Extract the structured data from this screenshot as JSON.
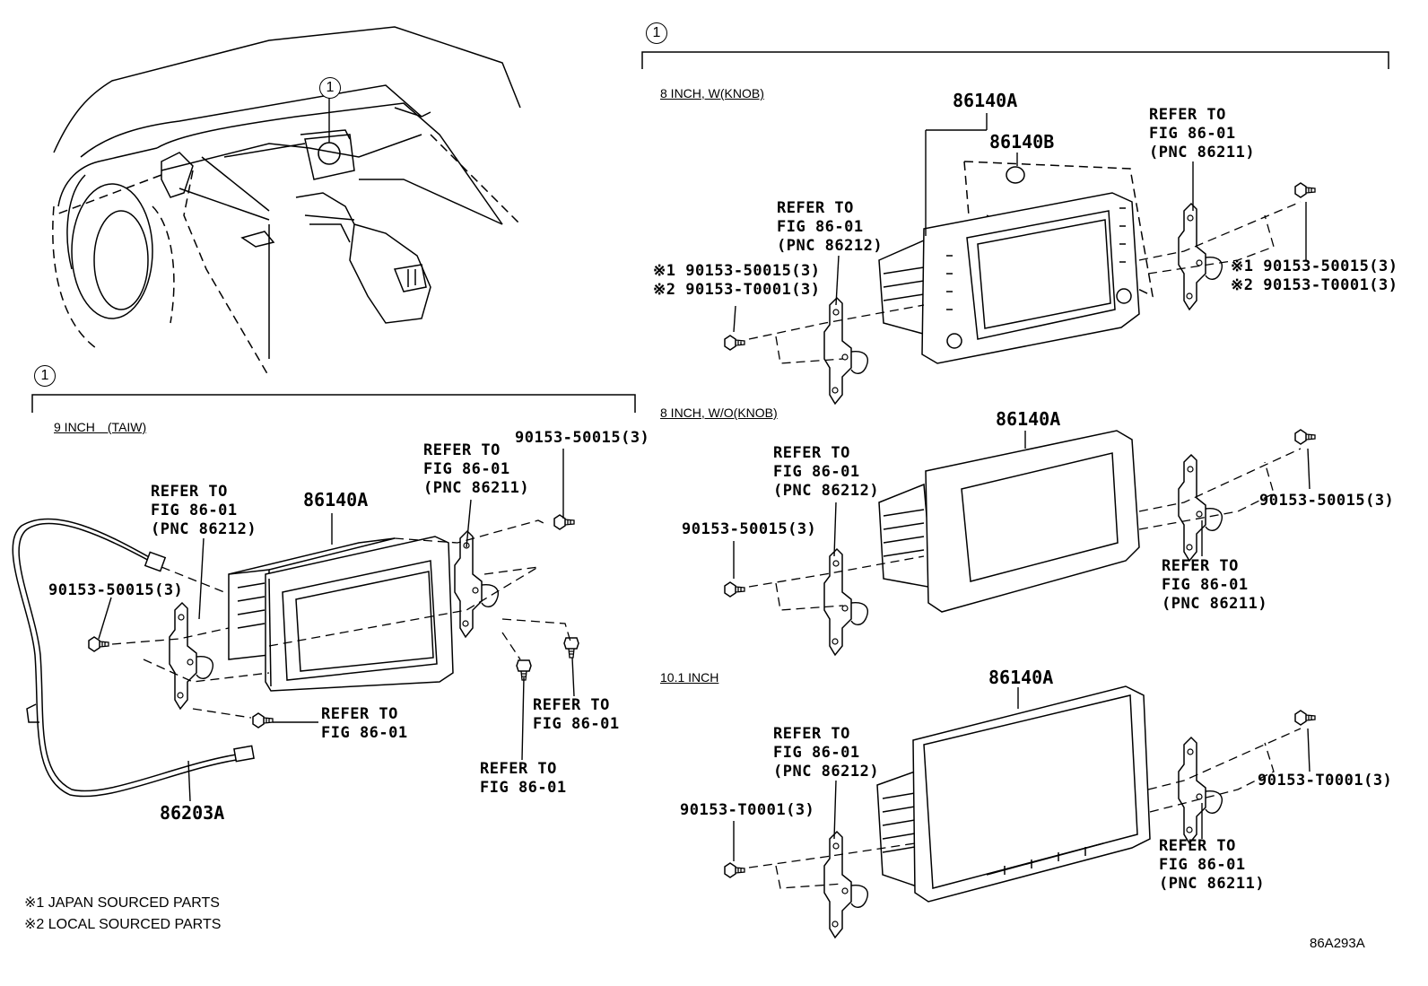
{
  "callout_number": "1",
  "notes": [
    "※1 JAPAN SOURCED PARTS",
    "※2 LOCAL SOURCED PARTS"
  ],
  "figure_code": "86A293A",
  "sections": {
    "nine_inch": {
      "title": "9 INCH　(TAIW)",
      "parts": {
        "main": "86140A",
        "cable": "86203A",
        "bolt_left": "90153-50015(3)",
        "bolt_right": "90153-50015(3)"
      },
      "refs": {
        "left": "REFER TO\nFIG 86-01\n(PNC 86212)",
        "right": "REFER TO\nFIG 86-01\n(PNC 86211)",
        "bottom_a": "REFER TO\nFIG 86-01",
        "bottom_b": "REFER TO\nFIG 86-01",
        "bottom_c": "REFER TO\nFIG 86-01"
      }
    },
    "eight_knob": {
      "title": "8 INCH, W(KNOB)",
      "parts": {
        "main": "86140A",
        "knob": "86140B",
        "bolt_left": "※1 90153-50015(3)\n※2 90153-T0001(3)",
        "bolt_right": "※1 90153-50015(3)\n※2 90153-T0001(3)"
      },
      "refs": {
        "left": "REFER TO\nFIG 86-01\n(PNC 86212)",
        "right": "REFER TO\nFIG 86-01\n(PNC 86211)"
      }
    },
    "eight_noknob": {
      "title": "8 INCH, W/O(KNOB)",
      "parts": {
        "main": "86140A",
        "bolt_left": "90153-50015(3)",
        "bolt_right": "90153-50015(3)"
      },
      "refs": {
        "left": "REFER TO\nFIG 86-01\n(PNC 86212)",
        "right": "REFER TO\nFIG 86-01\n(PNC 86211)"
      }
    },
    "ten_inch": {
      "title": "10.1 INCH",
      "parts": {
        "main": "86140A",
        "bolt_left": "90153-T0001(3)",
        "bolt_right": "90153-T0001(3)"
      },
      "refs": {
        "left": "REFER TO\nFIG 86-01\n(PNC 86212)",
        "right": "REFER TO\nFIG 86-01\n(PNC 86211)"
      }
    }
  }
}
